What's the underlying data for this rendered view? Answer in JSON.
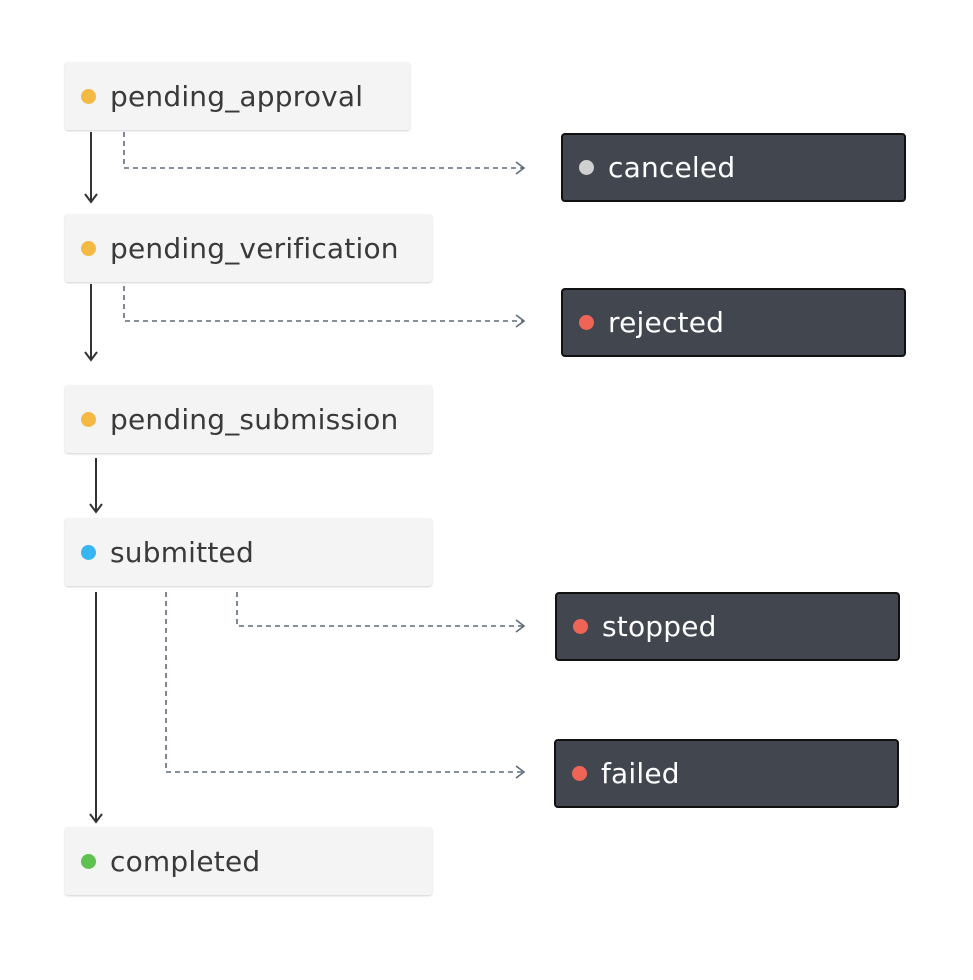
{
  "colors": {
    "pending": "#f4b942",
    "active": "#38b6f2",
    "success": "#5ec24f",
    "error": "#ee6557",
    "neutral": "#d0d0d0",
    "arrow_solid": "#333333",
    "arrow_dashed": "#5f6b7a"
  },
  "states": {
    "pending_approval": {
      "label": "pending_approval",
      "dot_color": "#f4b942"
    },
    "pending_verification": {
      "label": "pending_verification",
      "dot_color": "#f4b942"
    },
    "pending_submission": {
      "label": "pending_submission",
      "dot_color": "#f4b942"
    },
    "submitted": {
      "label": "submitted",
      "dot_color": "#38b6f2"
    },
    "completed": {
      "label": "completed",
      "dot_color": "#5ec24f"
    },
    "canceled": {
      "label": "canceled",
      "dot_color": "#d0d0d0"
    },
    "rejected": {
      "label": "rejected",
      "dot_color": "#ee6557"
    },
    "stopped": {
      "label": "stopped",
      "dot_color": "#ee6557"
    },
    "failed": {
      "label": "failed",
      "dot_color": "#ee6557"
    }
  },
  "transitions": [
    {
      "from": "pending_approval",
      "to": "pending_verification",
      "style": "solid"
    },
    {
      "from": "pending_verification",
      "to": "pending_submission",
      "style": "solid"
    },
    {
      "from": "pending_submission",
      "to": "submitted",
      "style": "solid"
    },
    {
      "from": "submitted",
      "to": "completed",
      "style": "solid"
    },
    {
      "from": "pending_approval",
      "to": "canceled",
      "style": "dashed"
    },
    {
      "from": "pending_verification",
      "to": "rejected",
      "style": "dashed"
    },
    {
      "from": "submitted",
      "to": "stopped",
      "style": "dashed"
    },
    {
      "from": "submitted",
      "to": "failed",
      "style": "dashed"
    }
  ]
}
